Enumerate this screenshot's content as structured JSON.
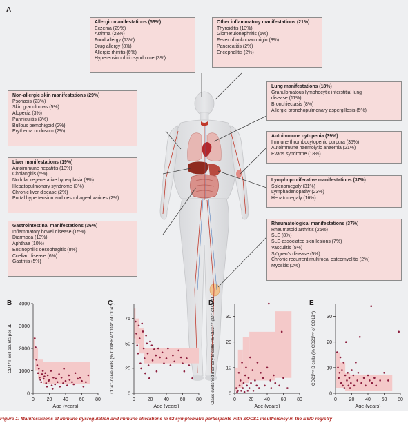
{
  "figure": {
    "panel_a": "A",
    "caption_label": "Figure 1:",
    "caption_text": "Manifestations of immune dysregulation and immune alterations in 62 symptomatic participants with SOCS1 insufficiency in the ESID registry"
  },
  "boxes": {
    "allergic": {
      "title": "Allergic manifestations (53%)",
      "items": [
        "Eczema (29%)",
        "Asthma (28%)",
        "Food allergy (13%)",
        "Drug allergy (8%)",
        "Allergic rhinitis (6%)",
        "Hypereosinophilic syndrome (3%)"
      ]
    },
    "other_inflammatory": {
      "title": "Other inflammatory manifestations (21%)",
      "items": [
        "Thyroiditis (13%)",
        "Glomerulonephritis (5%)",
        "Fever of unknown origin (3%)",
        "Pancreatitis (2%)",
        "Encephalitis (2%)"
      ]
    },
    "non_allergic_skin": {
      "title": "Non-allergic skin manifestations (29%)",
      "items": [
        "Psoriasis (23%)",
        "Skin granulomas (5%)",
        "Alopecia (3%)",
        "Panniculitis (3%)",
        "Bullous pemphigoid (2%)",
        "Erythema nodosum (2%)"
      ]
    },
    "lung": {
      "title": "Lung manifestations (18%)",
      "items": [
        "Granulomatous lymphocytic interstitial lung",
        "disease (11%)",
        "Bronchiectasis (8%)",
        "Allergic bronchopulmonary aspergillosis (5%)"
      ]
    },
    "autoimmune_cytopenia": {
      "title": "Autoimmune cytopenia (39%)",
      "items": [
        "Immune thrombocytopenic purpura (35%)",
        "Autoimmune haemolytic anaemia (21%)",
        "Evans syndrome (18%)"
      ]
    },
    "liver": {
      "title": "Liver manifestations (19%)",
      "items": [
        "Autoimmune hepatitis (13%)",
        "Cholangitis (5%)",
        "Nodular regenerative hyperplasia (3%)",
        "Hepatopulmonary syndrome (3%)",
        "Chronic liver disease (2%)",
        "Portal hypertension and oesophageal varices (2%)"
      ]
    },
    "lymphoproliferative": {
      "title": "Lymphoproliferative manifestations (37%)",
      "items": [
        "Splenomegaly (31%)",
        "Lymphadenopathy (23%)",
        "Hepatomegaly (16%)"
      ]
    },
    "gastrointestinal": {
      "title": "Gastrointestinal manifestations (36%)",
      "items": [
        "Inflammatory bowel disease (15%)",
        "Diarrhoea (13%)",
        "Aphthae (10%)",
        "Eosinophilic oesophagitis (8%)",
        "Coeliac disease (6%)",
        "Gastritis (5%)"
      ]
    },
    "rheumatological": {
      "title": "Rheumatological manifestations (37%)",
      "items": [
        "Rheumatoid arthritis (26%)",
        "SLE (8%)",
        "SLE-associated skin lesions (7%)",
        "Vasculitis (5%)",
        "Sjögren's disease (5%)",
        "Chronic recurrent multifocal osteomyelitis (2%)",
        "Myositis (2%)"
      ]
    }
  },
  "colors": {
    "box_fill": "#f7dcdb",
    "box_border": "#8c8c8c",
    "band_fill": "#f4c9c9",
    "point": "#8c1d3c",
    "caption": "#b0241f",
    "figure_bg": "#eeeff1"
  },
  "chart_data": [
    {
      "panel": "B",
      "type": "scatter",
      "xlabel": "Age (years)",
      "ylabel": "CD4⁺T-cell counts per µL",
      "xlim": [
        0,
        80
      ],
      "ylim": [
        0,
        4000
      ],
      "xticks": [
        0,
        20,
        40,
        60,
        80
      ],
      "yticks": [
        0,
        1000,
        2000,
        3000,
        4000
      ],
      "x_tick_labels": [
        "0",
        "20",
        "40",
        "60",
        "80"
      ],
      "y_tick_labels": [
        "0",
        "1000",
        "2000",
        "3000",
        "4000"
      ],
      "reference_band": [
        {
          "x": [
            0,
            2
          ],
          "low": 1500,
          "high": 2500
        },
        {
          "x": [
            2,
            6
          ],
          "low": 1000,
          "high": 2000
        },
        {
          "x": [
            6,
            12
          ],
          "low": 650,
          "high": 1500
        },
        {
          "x": [
            12,
            70
          ],
          "low": 400,
          "high": 1400
        }
      ],
      "points": [
        [
          2,
          2450
        ],
        [
          3,
          2050
        ],
        [
          4,
          1500
        ],
        [
          5,
          1250
        ],
        [
          6,
          900
        ],
        [
          7,
          1100
        ],
        [
          8,
          700
        ],
        [
          9,
          600
        ],
        [
          10,
          500
        ],
        [
          11,
          850
        ],
        [
          12,
          1000
        ],
        [
          13,
          650
        ],
        [
          14,
          750
        ],
        [
          15,
          900
        ],
        [
          16,
          450
        ],
        [
          17,
          300
        ],
        [
          18,
          800
        ],
        [
          19,
          550
        ],
        [
          20,
          600
        ],
        [
          22,
          1000
        ],
        [
          23,
          350
        ],
        [
          24,
          200
        ],
        [
          25,
          700
        ],
        [
          27,
          400
        ],
        [
          28,
          650
        ],
        [
          30,
          500
        ],
        [
          32,
          850
        ],
        [
          33,
          300
        ],
        [
          35,
          700
        ],
        [
          37,
          450
        ],
        [
          38,
          1100
        ],
        [
          40,
          550
        ],
        [
          42,
          350
        ],
        [
          44,
          800
        ],
        [
          45,
          600
        ],
        [
          48,
          500
        ],
        [
          50,
          400
        ],
        [
          52,
          900
        ],
        [
          55,
          650
        ],
        [
          58,
          700
        ],
        [
          60,
          550
        ],
        [
          62,
          300
        ],
        [
          65,
          500
        ],
        [
          68,
          800
        ]
      ]
    },
    {
      "panel": "C",
      "type": "scatter",
      "xlabel": "Age (years)",
      "ylabel": "CD4⁺-naive cells (% CD45RA⁺CD4⁺ of CD4⁺)",
      "xlim": [
        0,
        80
      ],
      "ylim": [
        0,
        90
      ],
      "xticks": [
        0,
        20,
        40,
        60,
        80
      ],
      "yticks": [
        0,
        25,
        50,
        75
      ],
      "x_tick_labels": [
        "0",
        "20",
        "40",
        "60",
        "80"
      ],
      "y_tick_labels": [
        "0",
        "25",
        "50",
        "75"
      ],
      "reference_band": [
        {
          "x": [
            0,
            2
          ],
          "low": 55,
          "high": 85
        },
        {
          "x": [
            2,
            6
          ],
          "low": 50,
          "high": 75
        },
        {
          "x": [
            6,
            12
          ],
          "low": 40,
          "high": 65
        },
        {
          "x": [
            12,
            80
          ],
          "low": 30,
          "high": 45
        }
      ],
      "points": [
        [
          2,
          72
        ],
        [
          3,
          60
        ],
        [
          4,
          48
        ],
        [
          5,
          40
        ],
        [
          6,
          68
        ],
        [
          7,
          55
        ],
        [
          8,
          30
        ],
        [
          9,
          25
        ],
        [
          10,
          70
        ],
        [
          11,
          62
        ],
        [
          12,
          45
        ],
        [
          13,
          35
        ],
        [
          14,
          20
        ],
        [
          15,
          58
        ],
        [
          16,
          50
        ],
        [
          17,
          40
        ],
        [
          18,
          28
        ],
        [
          19,
          15
        ],
        [
          20,
          52
        ],
        [
          22,
          48
        ],
        [
          23,
          33
        ],
        [
          25,
          44
        ],
        [
          27,
          38
        ],
        [
          28,
          22
        ],
        [
          30,
          45
        ],
        [
          32,
          36
        ],
        [
          35,
          41
        ],
        [
          37,
          30
        ],
        [
          40,
          35
        ],
        [
          42,
          45
        ],
        [
          45,
          28
        ],
        [
          48,
          38
        ],
        [
          50,
          32
        ],
        [
          55,
          43
        ],
        [
          58,
          36
        ],
        [
          60,
          30
        ],
        [
          62,
          22
        ],
        [
          65,
          35
        ],
        [
          68,
          28
        ],
        [
          72,
          15
        ]
      ]
    },
    {
      "panel": "D",
      "type": "scatter",
      "xlabel": "Age (years)",
      "ylabel": "Class-switched memory B cells (% CD27⁺IgD⁻ of CD19⁺)",
      "xlim": [
        0,
        80
      ],
      "ylim": [
        0,
        35
      ],
      "xticks": [
        0,
        20,
        40,
        60,
        80
      ],
      "yticks": [
        0,
        10,
        20,
        30
      ],
      "x_tick_labels": [
        "0",
        "20",
        "40",
        "60",
        "80"
      ],
      "y_tick_labels": [
        "0",
        "10",
        "20",
        "30"
      ],
      "reference_band": [
        {
          "x": [
            0,
            4
          ],
          "low": 1,
          "high": 10
        },
        {
          "x": [
            4,
            10
          ],
          "low": 2,
          "high": 17
        },
        {
          "x": [
            10,
            18
          ],
          "low": 4,
          "high": 22
        },
        {
          "x": [
            18,
            50
          ],
          "low": 5,
          "high": 24
        },
        {
          "x": [
            50,
            70
          ],
          "low": 6,
          "high": 32
        }
      ],
      "points": [
        [
          2,
          2
        ],
        [
          3,
          0.5
        ],
        [
          4,
          1
        ],
        [
          5,
          8
        ],
        [
          6,
          3
        ],
        [
          7,
          5
        ],
        [
          8,
          1
        ],
        [
          9,
          12
        ],
        [
          10,
          2
        ],
        [
          11,
          4
        ],
        [
          12,
          0.5
        ],
        [
          13,
          7
        ],
        [
          14,
          10
        ],
        [
          15,
          3
        ],
        [
          16,
          1
        ],
        [
          17,
          6
        ],
        [
          18,
          2
        ],
        [
          19,
          14
        ],
        [
          20,
          4
        ],
        [
          22,
          9
        ],
        [
          23,
          1
        ],
        [
          25,
          5
        ],
        [
          27,
          3
        ],
        [
          28,
          12
        ],
        [
          30,
          2
        ],
        [
          32,
          8
        ],
        [
          35,
          6
        ],
        [
          37,
          3
        ],
        [
          40,
          10
        ],
        [
          42,
          35
        ],
        [
          44,
          5
        ],
        [
          45,
          2
        ],
        [
          48,
          7
        ],
        [
          50,
          4
        ],
        [
          55,
          3
        ],
        [
          58,
          24
        ],
        [
          60,
          6
        ],
        [
          65,
          2
        ]
      ]
    },
    {
      "panel": "E",
      "type": "scatter",
      "xlabel": "Age (years)",
      "ylabel": "CD21ˡᵒʷ B cells (% CD21ˡᵒʷ of CD19⁺)",
      "xlim": [
        0,
        80
      ],
      "ylim": [
        0,
        35
      ],
      "xticks": [
        0,
        20,
        40,
        60,
        80
      ],
      "yticks": [
        0,
        10,
        20,
        30
      ],
      "x_tick_labels": [
        "0",
        "20",
        "40",
        "60",
        "80"
      ],
      "y_tick_labels": [
        "0",
        "10",
        "20",
        "30"
      ],
      "reference_band": [
        {
          "x": [
            0,
            6
          ],
          "low": 2,
          "high": 16
        },
        {
          "x": [
            6,
            12
          ],
          "low": 2,
          "high": 12
        },
        {
          "x": [
            12,
            18
          ],
          "low": 1,
          "high": 8
        },
        {
          "x": [
            18,
            70
          ],
          "low": 1,
          "high": 7
        }
      ],
      "points": [
        [
          2,
          16
        ],
        [
          3,
          10
        ],
        [
          4,
          6
        ],
        [
          5,
          8
        ],
        [
          6,
          14
        ],
        [
          7,
          4
        ],
        [
          8,
          9
        ],
        [
          9,
          3
        ],
        [
          10,
          12
        ],
        [
          11,
          2
        ],
        [
          12,
          7
        ],
        [
          13,
          20
        ],
        [
          14,
          5
        ],
        [
          15,
          8
        ],
        [
          16,
          3
        ],
        [
          17,
          6
        ],
        [
          18,
          2
        ],
        [
          19,
          4
        ],
        [
          20,
          9
        ],
        [
          22,
          7
        ],
        [
          23,
          3
        ],
        [
          25,
          12
        ],
        [
          27,
          5
        ],
        [
          28,
          8
        ],
        [
          30,
          22
        ],
        [
          32,
          4
        ],
        [
          35,
          6
        ],
        [
          37,
          3
        ],
        [
          40,
          7
        ],
        [
          42,
          5
        ],
        [
          44,
          34
        ],
        [
          45,
          4
        ],
        [
          48,
          6
        ],
        [
          50,
          3
        ],
        [
          55,
          5
        ],
        [
          60,
          8
        ],
        [
          65,
          5
        ],
        [
          78,
          24
        ]
      ]
    }
  ]
}
